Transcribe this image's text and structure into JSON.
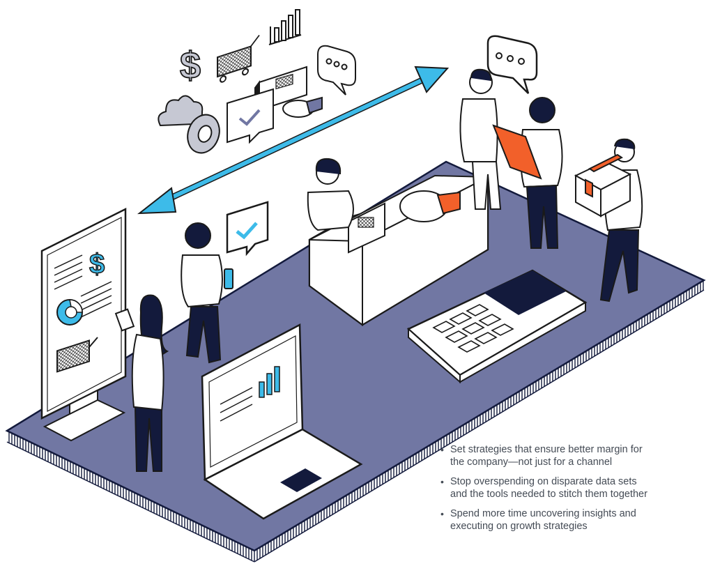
{
  "bullets": [
    {
      "line1": "Set strategies that ensure better margin for",
      "line2": "the company—not just for a channel"
    },
    {
      "line1": "Stop overspending on disparate data sets",
      "line2": "and the tools needed to stitch them together"
    },
    {
      "line1": "Spend more time uncovering insights and",
      "line2": "executing on growth strategies"
    }
  ],
  "illustration": {
    "dollar_sign": "$",
    "floating_dollar": "$"
  },
  "colors": {
    "navy": "#131a3c",
    "platform": "#7177a3",
    "arrow": "#3dbbe9",
    "accent": "#f2602a",
    "ink": "#1a1a1a",
    "icon_gray": "#c6c8d3",
    "text": "#444b55"
  },
  "icons": [
    "dollar-icon",
    "cart-icon",
    "bar-chart-icon",
    "chat-dots-icon",
    "cloud-icon",
    "donut-icon",
    "checkmark-bubble-icon",
    "pie-chart-icon",
    "double-arrow-icon"
  ]
}
